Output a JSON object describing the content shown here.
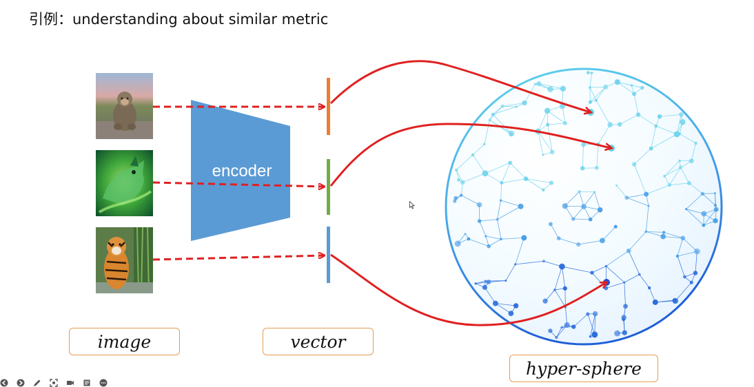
{
  "title": "引例：understanding about similar metric",
  "encoder": {
    "label": "encoder",
    "color": "#5b9bd5"
  },
  "images": [
    {
      "name": "monkey",
      "icon": "monkey-photo"
    },
    {
      "name": "green-cat",
      "icon": "green-cat-photo"
    },
    {
      "name": "tiger",
      "icon": "tiger-photo"
    }
  ],
  "vectors": [
    {
      "color": "#ed7d31"
    },
    {
      "color": "#70ad47"
    },
    {
      "color": "#5b9bd5"
    }
  ],
  "labels": {
    "image": "image",
    "vector": "vector",
    "sphere": "hyper-sphere"
  },
  "colors": {
    "arrow": "#e02020",
    "label_border": "#e59b55",
    "sphere_light": "#5fd7ea",
    "sphere_dark": "#1f5fd6"
  },
  "toolbar": {
    "icons": [
      "back-icon",
      "forward-icon",
      "pen-icon",
      "focus-icon",
      "camera-icon",
      "notes-icon",
      "more-icon"
    ]
  }
}
